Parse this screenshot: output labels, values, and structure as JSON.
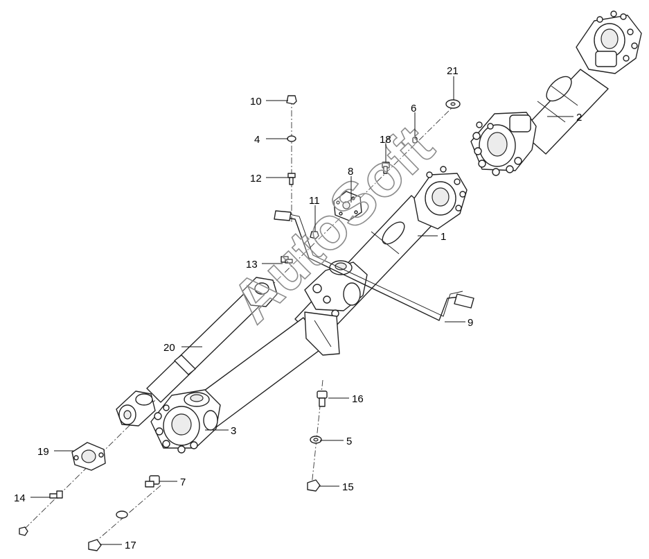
{
  "diagram": {
    "watermark": "AutoSoft",
    "callouts": [
      "1",
      "2",
      "3",
      "4",
      "5",
      "6",
      "7",
      "8",
      "9",
      "10",
      "11",
      "12",
      "13",
      "14",
      "15",
      "16",
      "17",
      "18",
      "19",
      "20",
      "21"
    ]
  }
}
